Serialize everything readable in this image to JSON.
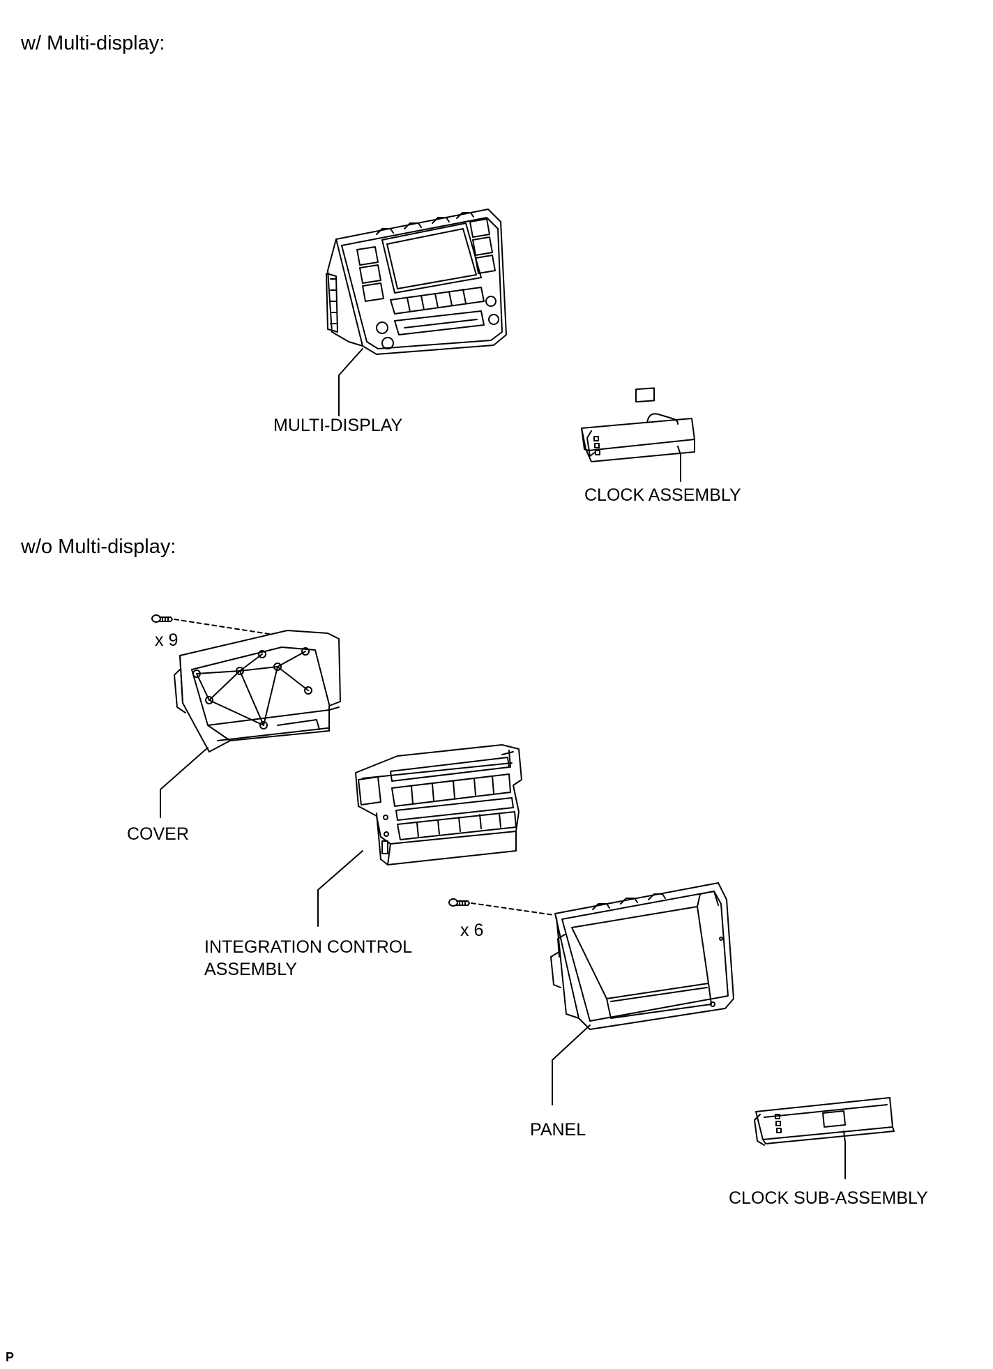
{
  "sections": {
    "with_multi_display": "w/ Multi-display:",
    "without_multi_display": "w/o Multi-display:"
  },
  "labels": {
    "multi_display": "MULTI-DISPLAY",
    "clock_assembly": "CLOCK ASSEMBLY",
    "cover": "COVER",
    "cover_screw_qty": "x 9",
    "integration_control_line1": "INTEGRATION CONTROL",
    "integration_control_line2": "ASSEMBLY",
    "panel_screw_qty": "x 6",
    "panel": "PANEL",
    "clock_sub_assembly": "CLOCK SUB-ASSEMBLY"
  },
  "footer_code": "P"
}
